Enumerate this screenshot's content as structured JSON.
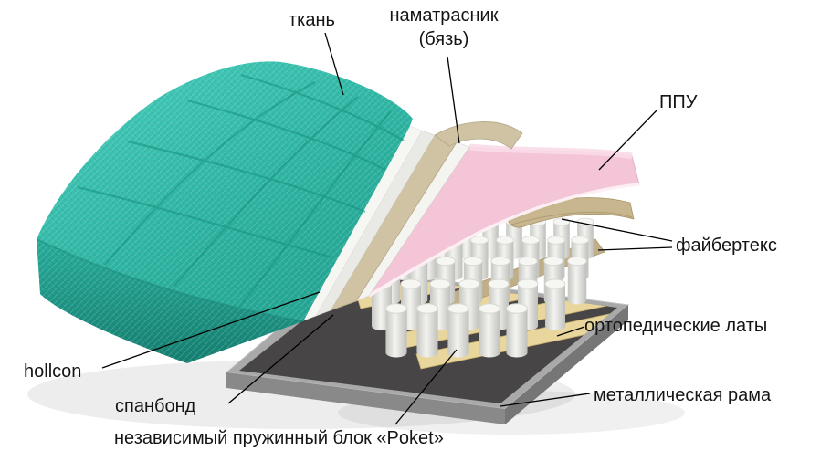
{
  "diagram": {
    "labels": {
      "fabric": "ткань",
      "cover_line1": "наматрасник",
      "cover_line2": "(бязь)",
      "ppu": "ППУ",
      "fibertex": "файбертекс",
      "slats": "ортопедические латы",
      "frame": "металлическая рама",
      "hollcon": "hollcon",
      "spunbond": "спанбонд",
      "springs": "независимый пружинный блок «Poket»"
    },
    "colors": {
      "fabric_teal": "#2fb7a5",
      "foam_pink": "#f4c4d7",
      "cover_beige": "#cfc3a3",
      "spring_white": "#f3f3f0",
      "wood": "#e8d69c",
      "metal_gray": "#a9a9a9",
      "background": "#ffffff"
    }
  }
}
